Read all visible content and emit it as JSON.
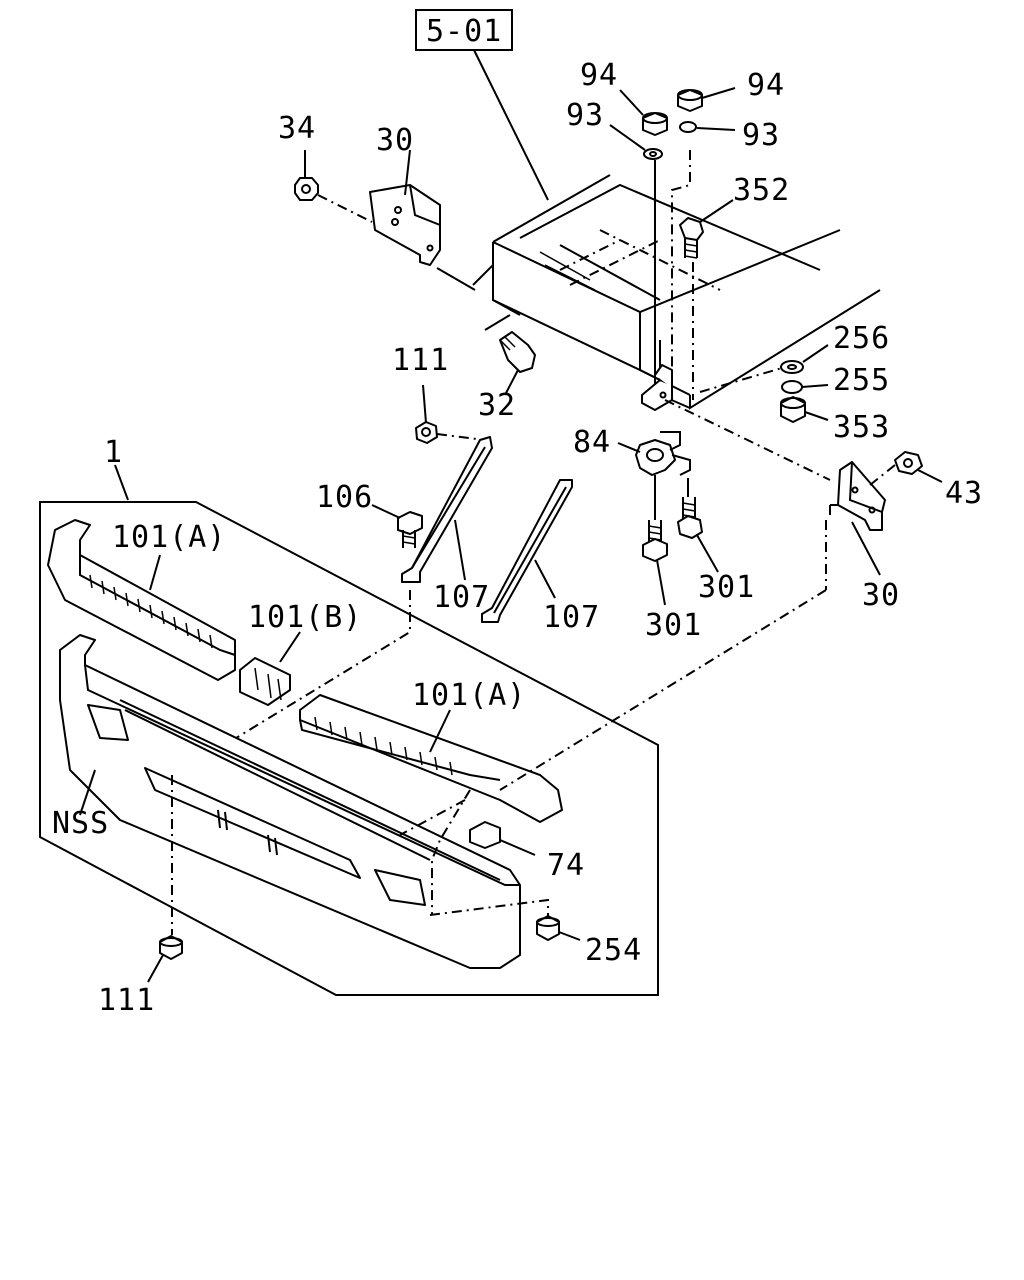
{
  "reference_box": "5-01",
  "callouts": {
    "c94_left": "94",
    "c94_right": "94",
    "c93_left": "93",
    "c93_right": "93",
    "c34": "34",
    "c30_top": "30",
    "c352": "352",
    "c256": "256",
    "c255": "255",
    "c353": "353",
    "c111_top": "111",
    "c32": "32",
    "c84": "84",
    "c43": "43",
    "c1": "1",
    "c106": "106",
    "c101a_top": "101(A)",
    "c101b": "101(B)",
    "c107_left": "107",
    "c107_right": "107",
    "c301_right": "301",
    "c301_bottom": "301",
    "c30_right": "30",
    "c101a_mid": "101(A)",
    "nss": "NSS",
    "c74": "74",
    "c254": "254",
    "c111_bottom": "111"
  }
}
